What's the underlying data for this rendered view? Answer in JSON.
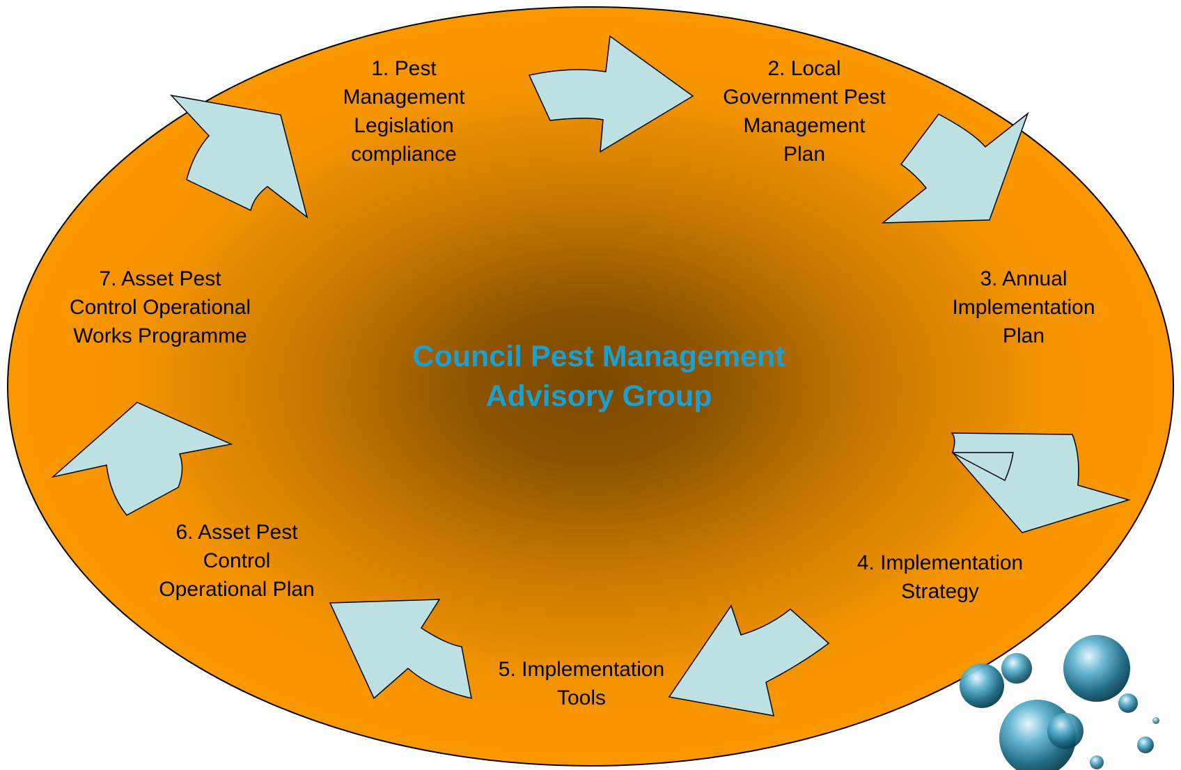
{
  "center_title": {
    "line1": "Council Pest Management",
    "line2": "Advisory Group"
  },
  "steps": [
    {
      "lines": [
        "1. Pest",
        "Management",
        "Legislation",
        "compliance"
      ]
    },
    {
      "lines": [
        "2. Local",
        "Government Pest",
        "Management",
        "Plan"
      ]
    },
    {
      "lines": [
        "3. Annual",
        "Implementation",
        "Plan"
      ]
    },
    {
      "lines": [
        "4. Implementation",
        "Strategy"
      ]
    },
    {
      "lines": [
        "5. Implementation",
        "Tools"
      ]
    },
    {
      "lines": [
        "6. Asset Pest",
        "Control",
        "Operational Plan"
      ]
    },
    {
      "lines": [
        "7. Asset Pest",
        "Control Operational",
        "Works Programme"
      ]
    }
  ],
  "colors": {
    "ellipse_fill": "#fb9800",
    "ellipse_center": "#7a4a00",
    "arrow_fill": "#bde1e3",
    "title_color": "#1e9fcf"
  },
  "icons": [
    "cycle-arrow-icon",
    "water-bubbles-icon"
  ]
}
